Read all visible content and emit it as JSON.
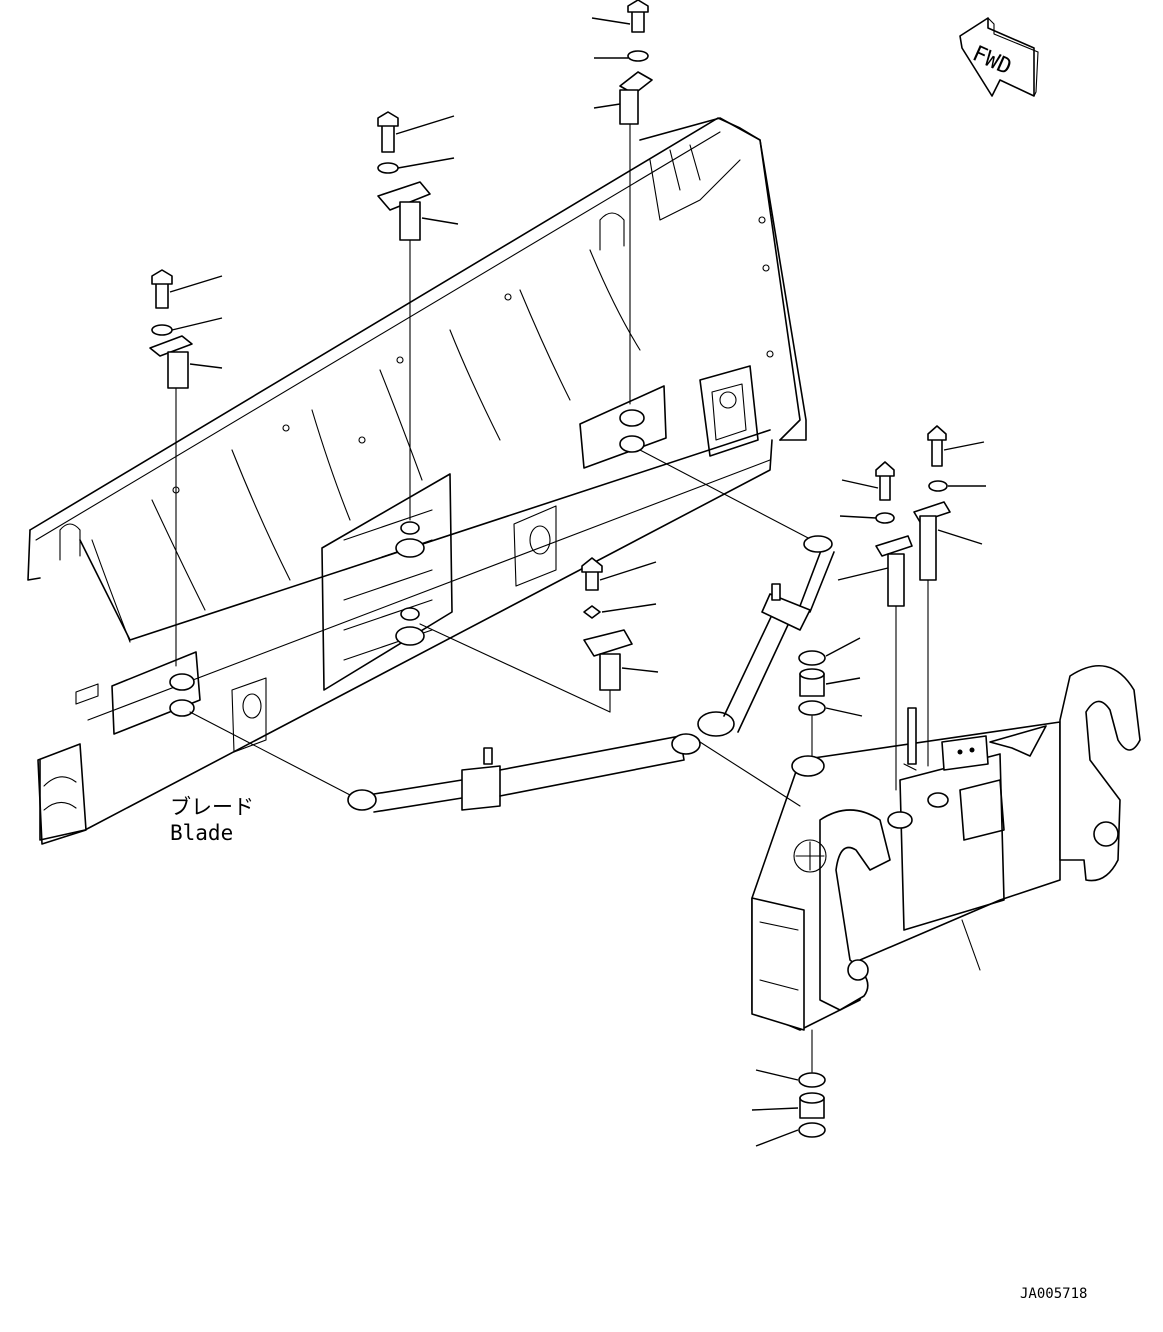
{
  "direction_arrow": {
    "label": "FWD"
  },
  "blade_label": {
    "japanese": "ブレード",
    "english": "Blade"
  },
  "drawing_code": "JA005718",
  "colors": {
    "line": "#000000",
    "background": "#ffffff"
  },
  "icons": [
    "forward-direction-arrow-icon"
  ]
}
